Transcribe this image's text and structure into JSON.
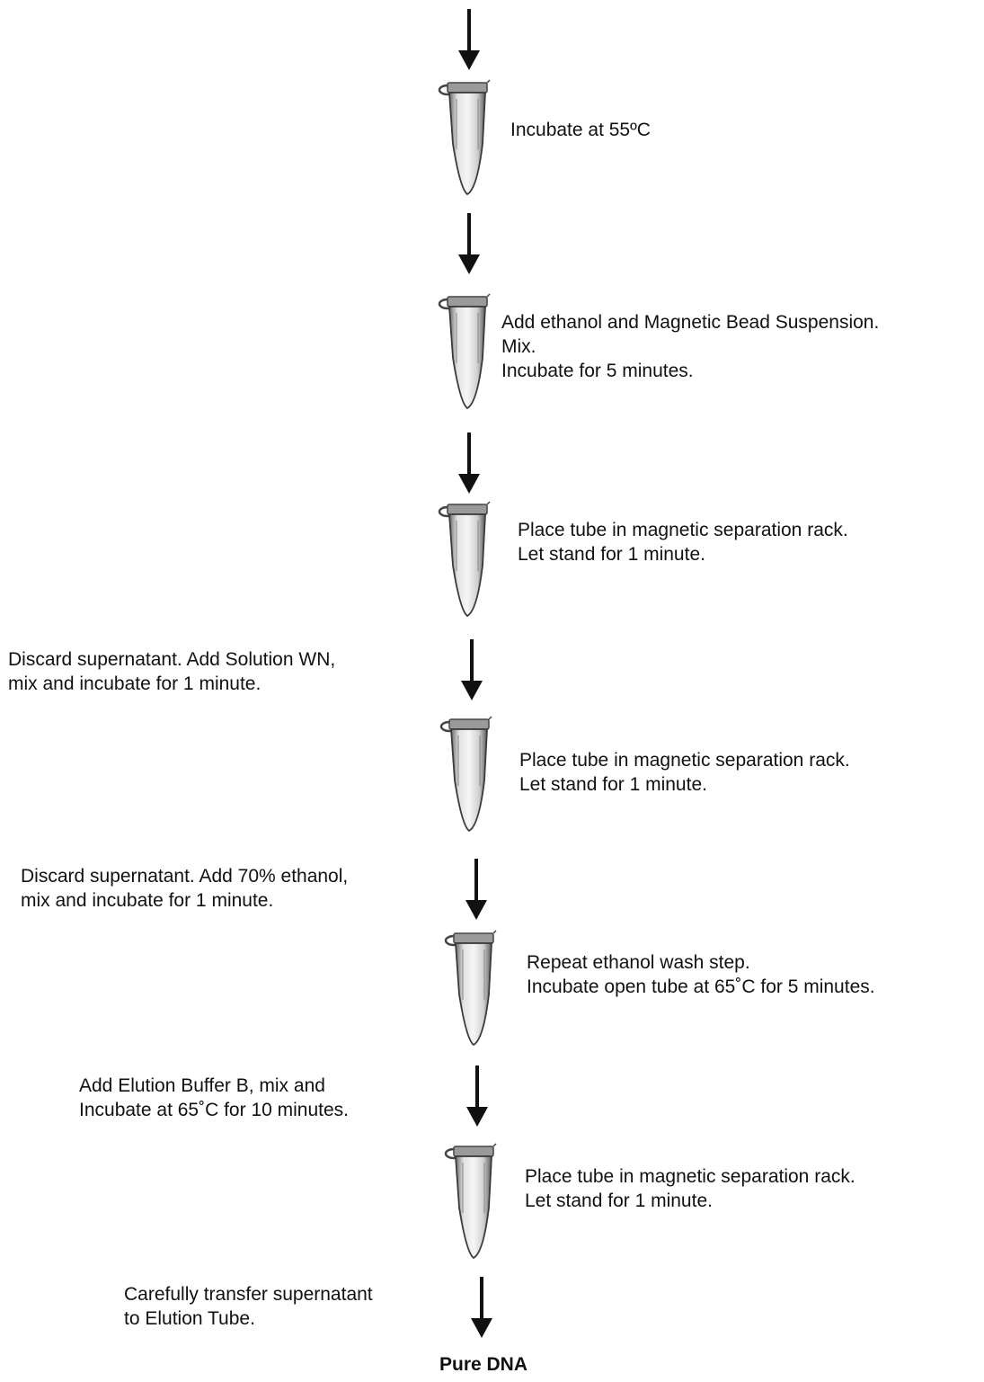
{
  "steps": {
    "s1": [
      "Incubate at 55ºC"
    ],
    "s2": [
      "Add ethanol and Magnetic Bead Suspension.",
      "Mix.",
      "Incubate for 5 minutes."
    ],
    "s3": [
      "Place tube in magnetic separation rack.",
      "Let stand for 1 minute."
    ],
    "s4": [
      "Place tube in magnetic separation rack.",
      "Let stand for 1 minute."
    ],
    "s5": [
      "Repeat ethanol wash step.",
      "Incubate open tube at 65˚C for 5 minutes."
    ],
    "s6": [
      "Place tube in magnetic separation rack.",
      "Let stand for 1 minute."
    ]
  },
  "side_notes": {
    "n1": [
      "Discard supernatant. Add Solution WN,",
      "mix and incubate for 1 minute."
    ],
    "n2": [
      "Discard supernatant. Add 70% ethanol,",
      "mix and incubate for 1 minute."
    ],
    "n3": [
      "Add Elution Buffer B, mix and",
      "Incubate at 65˚C for 10 minutes."
    ],
    "n4": [
      "Carefully transfer supernatant",
      "to Elution Tube."
    ]
  },
  "result_label": "Pure DNA"
}
